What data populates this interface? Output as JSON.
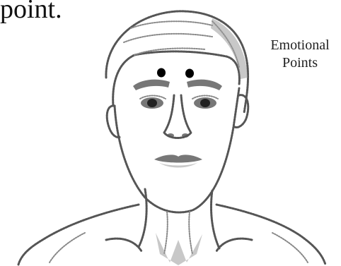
{
  "top_text_fragment": "point.",
  "label": {
    "line1": "Emotional",
    "line2": "Points"
  },
  "emotional_points_count": 2,
  "colors": {
    "ink": "#000000",
    "shading": "#555555"
  }
}
